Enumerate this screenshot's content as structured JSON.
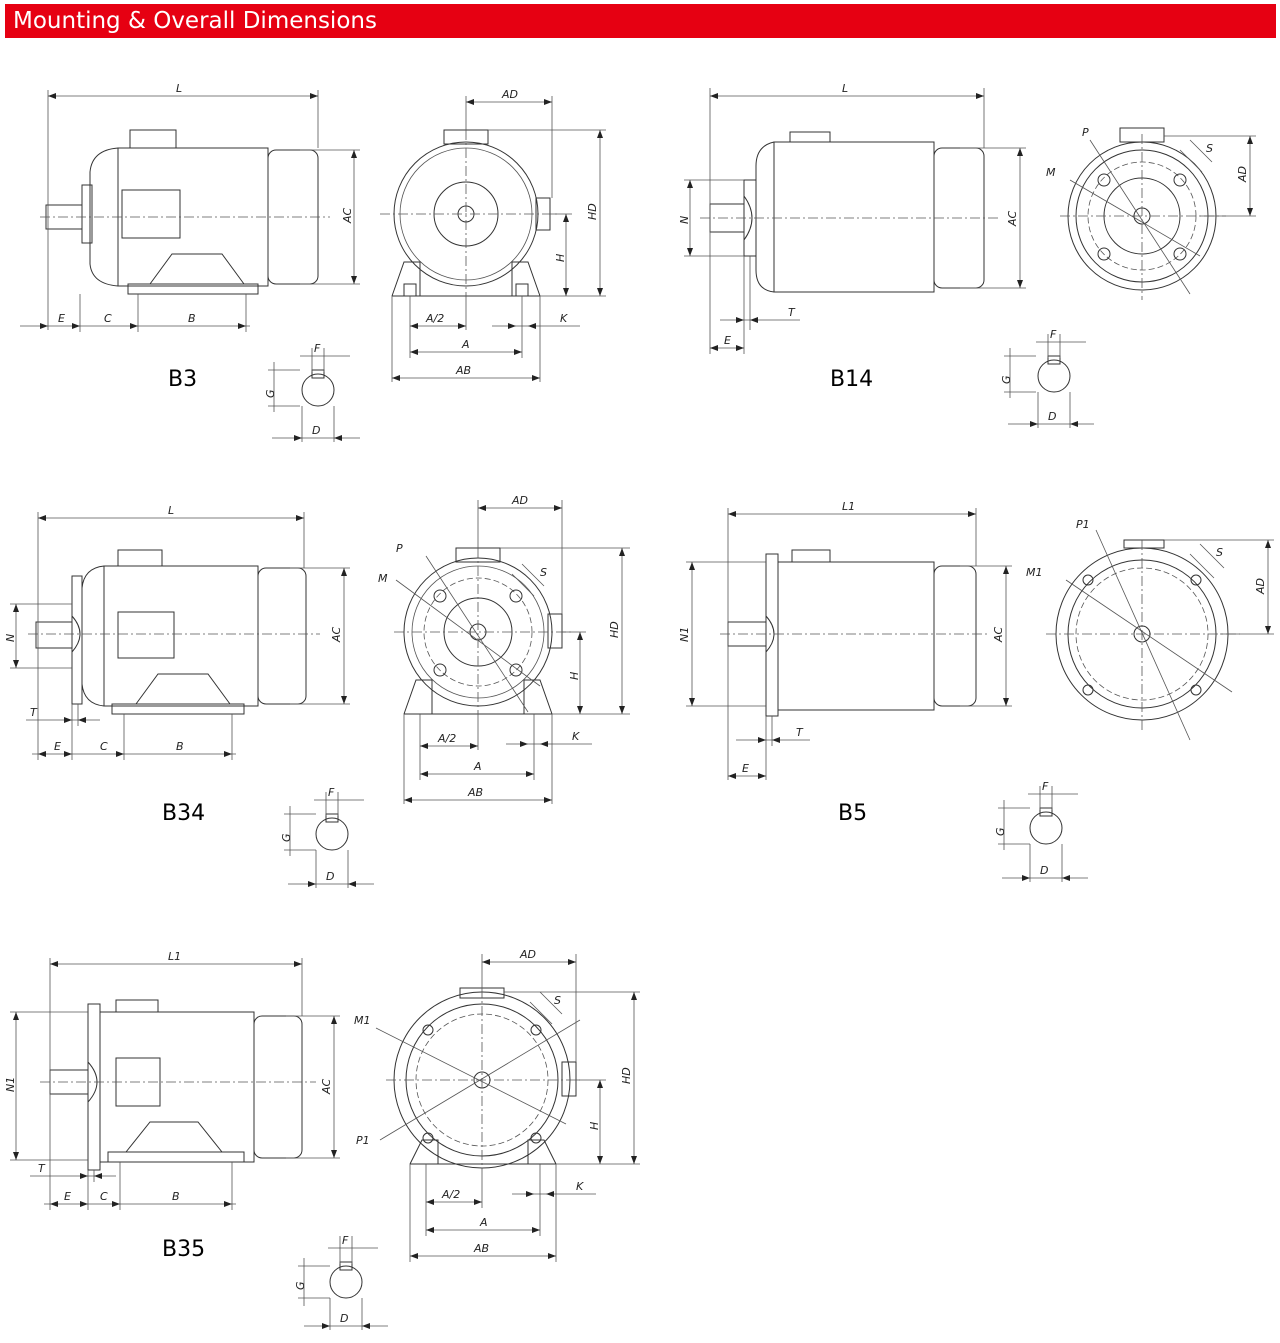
{
  "header": {
    "title": "Mounting & Overall Dimensions"
  },
  "mountings": {
    "b3": "B3",
    "b14": "B14",
    "b34": "B34",
    "b5": "B5",
    "b35": "B35"
  },
  "dims": {
    "L": "L",
    "L1": "L1",
    "AC": "AC",
    "AD": "AD",
    "HD": "HD",
    "H": "H",
    "E": "E",
    "C": "C",
    "B": "B",
    "A2": "A/2",
    "A": "A",
    "AB": "AB",
    "K": "K",
    "F": "F",
    "G": "G",
    "D": "D",
    "N": "N",
    "N1": "N1",
    "T": "T",
    "P": "P",
    "M": "M",
    "P1": "P1",
    "M1": "M1",
    "S": "S"
  },
  "colors": {
    "header_bg": "#e60012",
    "header_text": "#ffffff",
    "line": "#333333"
  }
}
